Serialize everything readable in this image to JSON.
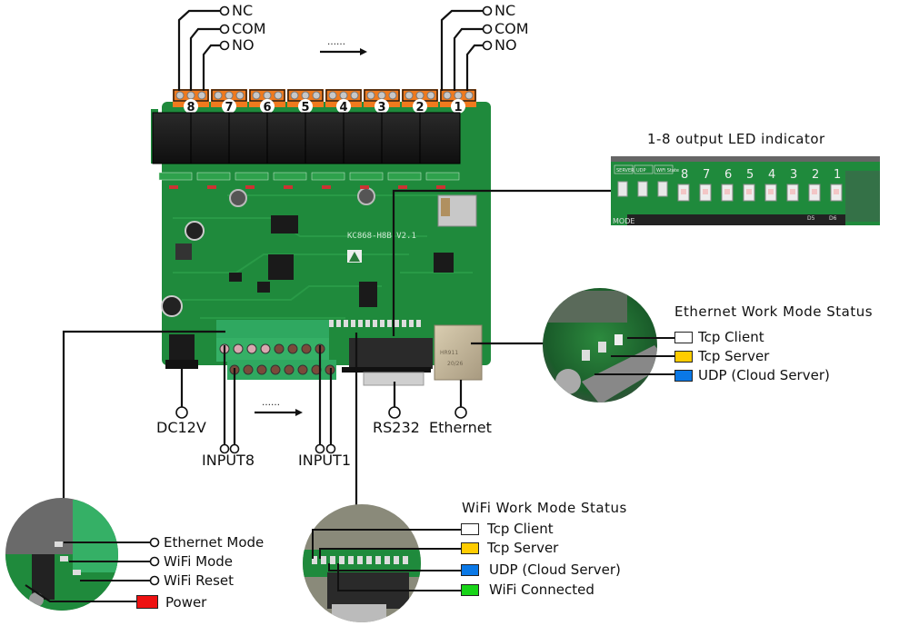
{
  "board": {
    "model_text": "KC868-H8B  V2.1",
    "relay_numbers": [
      "8",
      "7",
      "6",
      "5",
      "4",
      "3",
      "2",
      "1"
    ],
    "colors": {
      "pcb": "#1f8a3c",
      "terminal_orange": "#f07a1e",
      "terminal_green": "#2fa860",
      "relay_black": "#1c1c1c"
    }
  },
  "relay_terminals": {
    "left": [
      "NC",
      "COM",
      "NO"
    ],
    "right": [
      "NC",
      "COM",
      "NO"
    ],
    "continuation_arrow": "……"
  },
  "led_indicator": {
    "title": "1-8 output LED indicator",
    "silk_labels": [
      "SERVER",
      "UDP",
      "WiFi State"
    ],
    "led_numbers": [
      "8",
      "7",
      "6",
      "5",
      "4",
      "3",
      "2",
      "1"
    ],
    "bottom_labels": [
      "MODE",
      "D5",
      "D6"
    ]
  },
  "connectors": {
    "dc": "DC12V",
    "input8": "INPUT8",
    "input1": "INPUT1",
    "rs232": "RS232",
    "ethernet": "Ethernet",
    "rj45_text": [
      "HR911",
      "20/26"
    ],
    "continuation_arrow": "……"
  },
  "ethernet_status": {
    "title": "Ethernet Work Mode Status",
    "items": [
      {
        "label": "Tcp Client",
        "color": "#ffffff"
      },
      {
        "label": "Tcp Server",
        "color": "#ffcc00"
      },
      {
        "label": "UDP (Cloud Server)",
        "color": "#0a78e6"
      }
    ]
  },
  "wifi_status": {
    "title": "WiFi Work Mode Status",
    "items": [
      {
        "label": "Tcp Client",
        "color": "#ffffff"
      },
      {
        "label": "Tcp Server",
        "color": "#ffcc00"
      },
      {
        "label": "UDP (Cloud Server)",
        "color": "#0a78e6"
      },
      {
        "label": "WiFi Connected",
        "color": "#18d418"
      }
    ]
  },
  "buttons_power": {
    "items": [
      {
        "label": "Ethernet Mode",
        "kind": "button"
      },
      {
        "label": "WiFi Mode",
        "kind": "button"
      },
      {
        "label": "WiFi Reset",
        "kind": "button"
      },
      {
        "label": "Power",
        "kind": "led",
        "color": "#ee1111"
      }
    ]
  }
}
